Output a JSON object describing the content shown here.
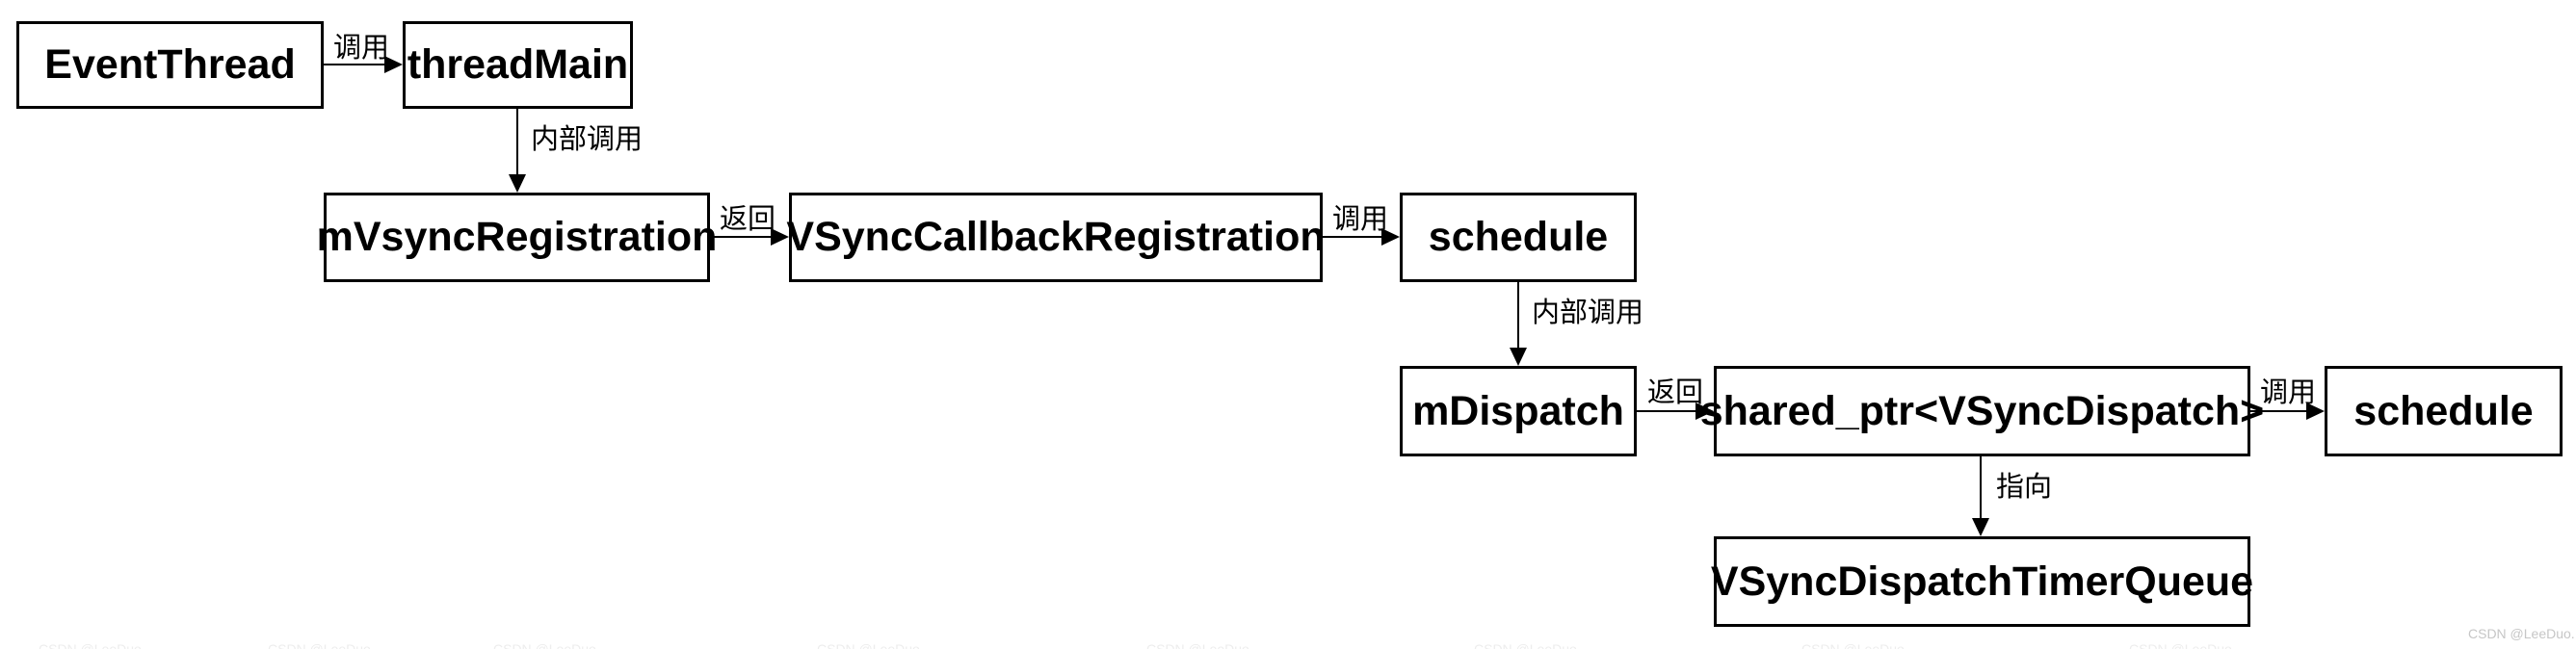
{
  "diagram": {
    "nodes": {
      "event_thread": {
        "label": "EventThread"
      },
      "thread_main": {
        "label": "threadMain"
      },
      "m_vsync_registration": {
        "label": "mVsyncRegistration"
      },
      "vsync_callback_registration": {
        "label": "VSyncCallbackRegistration"
      },
      "schedule_1": {
        "label": "schedule"
      },
      "m_dispatch": {
        "label": "mDispatch"
      },
      "shared_ptr_vsync_dispatch": {
        "label": "shared_ptr<VSyncDispatch>"
      },
      "schedule_2": {
        "label": "schedule"
      },
      "vsync_dispatch_timer_queue": {
        "label": "VSyncDispatchTimerQueue"
      }
    },
    "edges": {
      "call_1": {
        "label": "调用",
        "from": "EventThread",
        "to": "threadMain"
      },
      "internal_call_1": {
        "label": "内部调用",
        "from": "threadMain",
        "to": "mVsyncRegistration"
      },
      "return_1": {
        "label": "返回",
        "from": "mVsyncRegistration",
        "to": "VSyncCallbackRegistration"
      },
      "call_2": {
        "label": "调用",
        "from": "VSyncCallbackRegistration",
        "to": "schedule"
      },
      "internal_call_2": {
        "label": "内部调用",
        "from": "schedule",
        "to": "mDispatch"
      },
      "return_2": {
        "label": "返回",
        "from": "mDispatch",
        "to": "shared_ptr<VSyncDispatch>"
      },
      "call_3": {
        "label": "调用",
        "from": "shared_ptr<VSyncDispatch>",
        "to": "schedule"
      },
      "points_to": {
        "label": "指向",
        "from": "shared_ptr<VSyncDispatch>",
        "to": "VSyncDispatchTimerQueue"
      }
    },
    "colors": {
      "box_border": "#000000",
      "box_fill": "#ffffff",
      "line": "#000000",
      "text": "#000000",
      "watermark": "#c6c6c6"
    }
  },
  "watermark": {
    "text": "CSDN @LeeDuo."
  }
}
